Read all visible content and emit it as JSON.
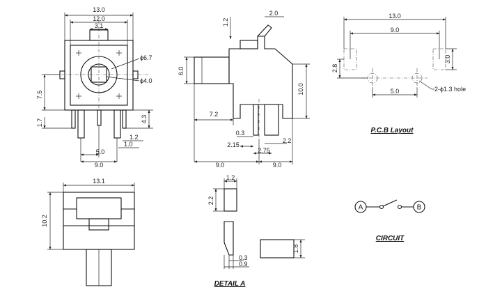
{
  "dims": {
    "top_13_0": "13.0",
    "top_12_0": "12.0",
    "top_3_1": "3.1",
    "top_phi_6_7": "ϕ6.7",
    "top_phi_4_0": "ϕ4.0",
    "top_7_5": "7.5",
    "top_1_7": "1.7",
    "top_4_3": "4.3",
    "top_1_2": "1.2",
    "top_1_0": "1.0",
    "top_5_0": "5.0",
    "top_9_0": "9.0",
    "side_2_0": "2.0",
    "side_1_2": "1.2",
    "side_6_0": "6.0",
    "side_10_0": "10.0",
    "side_7_2": "7.2",
    "side_0_3": "0.3",
    "side_2_15": "2.15",
    "side_2_2": "2.2",
    "side_2_75": "2.75",
    "side_9_0_left": "9.0",
    "side_9_0_right": "9.0",
    "pcb_13_0": "13.0",
    "pcb_9_0": "9.0",
    "pcb_2_8": "2.8",
    "pcb_3_0": "3.0",
    "pcb_5_0": "5.0",
    "pcb_hole": "2-ϕ1.3 hole",
    "bottom_13_1": "13.1",
    "bottom_10_2": "10.2",
    "detail_1_2": "1.2",
    "detail_2_2": "2.2",
    "detail_0_3": "0.3",
    "detail_0_9": "0.9",
    "detail_1_8": "1.8"
  },
  "captions": {
    "pcb_layout": "P.C.B Layout",
    "circuit": "CIRCUIT",
    "detail_a": "DETAIL A"
  },
  "circuit": {
    "terminal_a": "A",
    "terminal_b": "B"
  }
}
